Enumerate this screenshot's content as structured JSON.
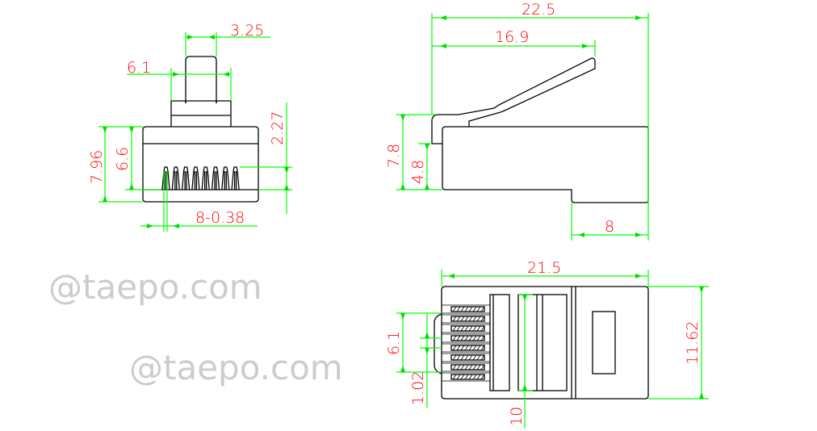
{
  "watermark": "@taepo.com",
  "front_view": {
    "dims": {
      "tab_width": "3.25",
      "shoulder_width": "6.1",
      "total_height": "7.96",
      "body_height": "6.6",
      "contact_height": "2.27",
      "contacts": "8-0.38"
    }
  },
  "side_view": {
    "dims": {
      "length": "22.5",
      "latch_length": "16.9",
      "height": "7.8",
      "body_height": "4.8",
      "step_length": "8"
    }
  },
  "bottom_view": {
    "dims": {
      "length": "21.5",
      "width": "11.62",
      "contact_span": "6.1",
      "pitch": "1.02",
      "inner_width": "10"
    }
  },
  "colors": {
    "outline": "#000000",
    "dimension_line": "#00ff00",
    "dimension_text": "#ff0000"
  }
}
